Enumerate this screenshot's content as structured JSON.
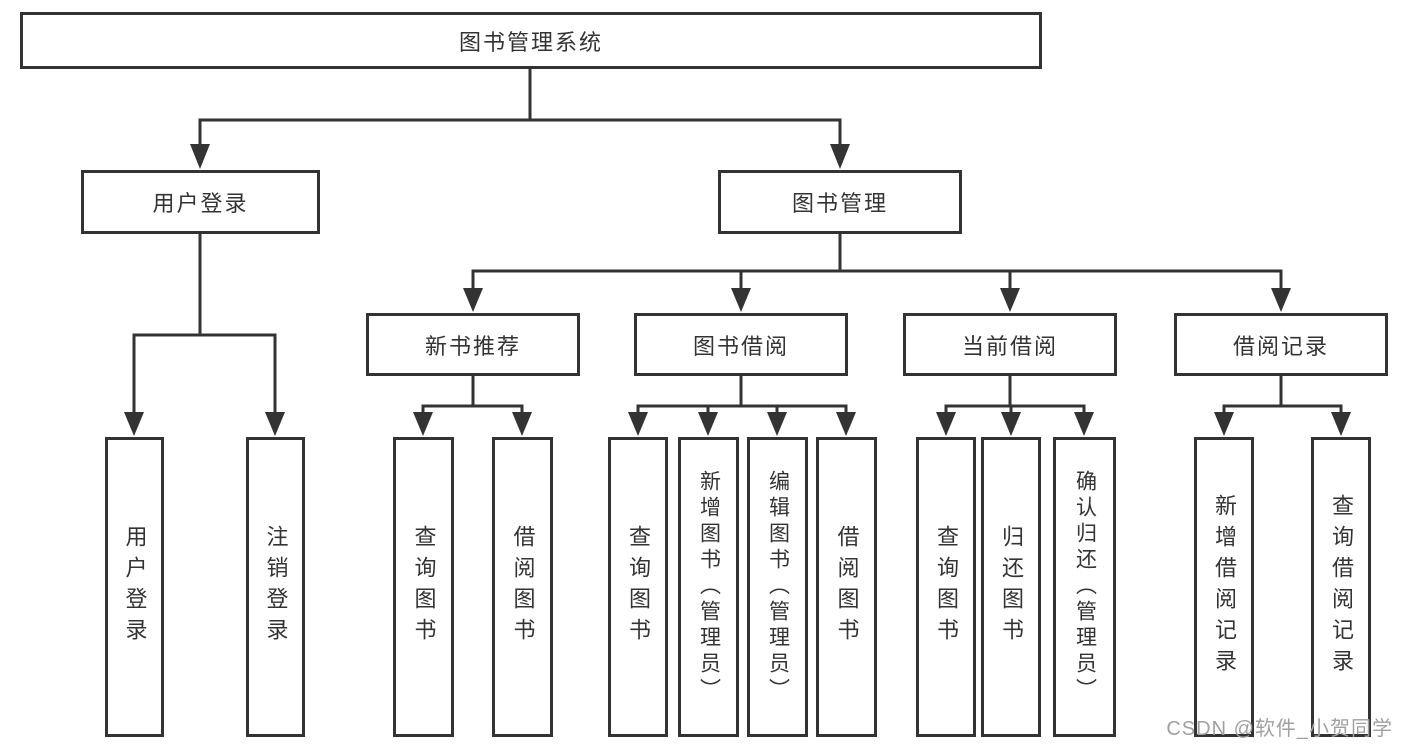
{
  "tree": {
    "label": "图书管理系统",
    "children": [
      {
        "label": "用户登录",
        "children": [
          {
            "label": "用户登录"
          },
          {
            "label": "注销登录"
          }
        ]
      },
      {
        "label": "图书管理",
        "children": [
          {
            "label": "新书推荐",
            "children": [
              {
                "label": "查询图书"
              },
              {
                "label": "借阅图书"
              }
            ]
          },
          {
            "label": "图书借阅",
            "children": [
              {
                "label": "查询图书"
              },
              {
                "label": "新增图书（管理员）"
              },
              {
                "label": "编辑图书（管理员）"
              },
              {
                "label": "借阅图书"
              }
            ]
          },
          {
            "label": "当前借阅",
            "children": [
              {
                "label": "查询图书"
              },
              {
                "label": "归还图书"
              },
              {
                "label": "确认归还（管理员）"
              }
            ]
          },
          {
            "label": "借阅记录",
            "children": [
              {
                "label": "新增借阅记录"
              },
              {
                "label": "查询借阅记录"
              }
            ]
          }
        ]
      }
    ]
  },
  "watermark": {
    "text": "CSDN @软件_小贺同学"
  },
  "colors": {
    "line": "#333333",
    "box_bg": "#ffffff",
    "watermark": "#a0a0a0"
  }
}
